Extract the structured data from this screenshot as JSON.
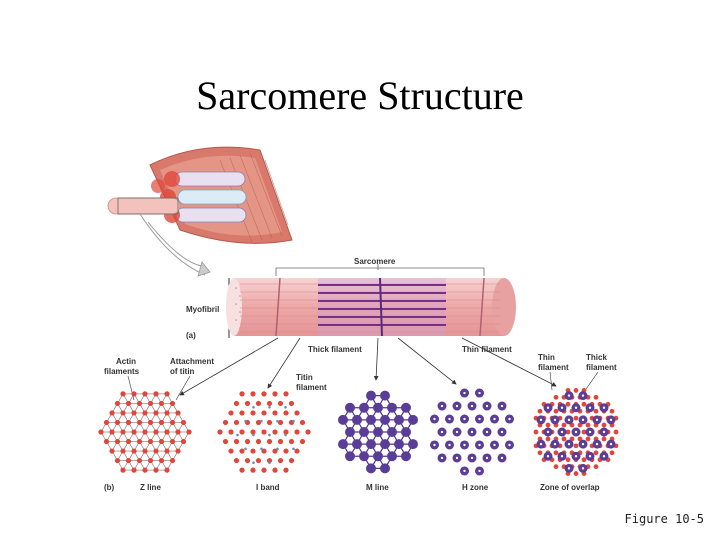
{
  "title": "Sarcomere Structure",
  "figure_caption": "Figure 10-5",
  "diagram": {
    "panel_a": {
      "label": "(a)",
      "myofibril": "Myofibril",
      "sarcomere": "Sarcomere",
      "thick_filament": "Thick filament",
      "thin_filament": "Thin filament"
    },
    "panel_b": {
      "label": "(b)",
      "actin_filaments": [
        "Actin",
        "filaments"
      ],
      "attachment_of_titin": [
        "Attachment",
        "of titin"
      ],
      "titin_filament": [
        "Titin",
        "filament"
      ],
      "thin_filament": [
        "Thin",
        "filament"
      ],
      "thick_filament": [
        "Thick",
        "filament"
      ],
      "sections": [
        "Z line",
        "I band",
        "M line",
        "H zone",
        "Zone of overlap"
      ]
    }
  },
  "colors": {
    "thin_dot": "#e0473a",
    "thick_dot": "#5a3d96",
    "myofibril_pink": "#f2b6b6",
    "muscle_red": "#d9796b"
  }
}
